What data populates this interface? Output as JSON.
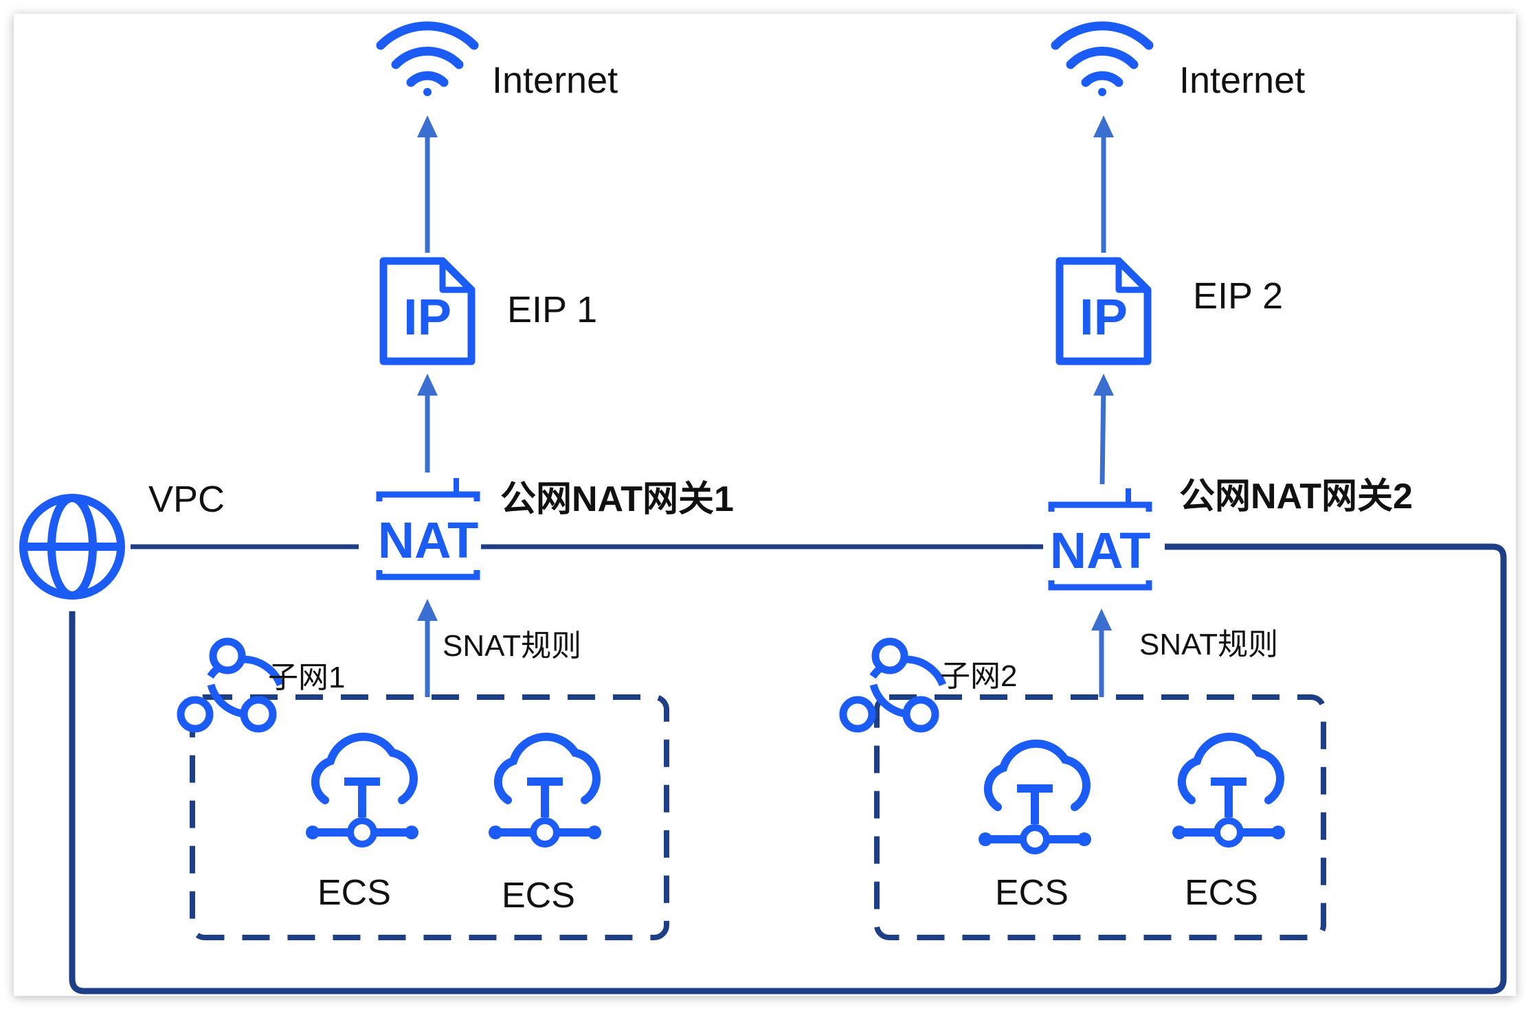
{
  "colors": {
    "icon_blue": "#1a5cf5",
    "line_dark": "#1d3f87",
    "arrow_blue": "#3b6fcf"
  },
  "diagram": {
    "internet_1": {
      "label": "Internet",
      "icon": "wifi-icon"
    },
    "internet_2": {
      "label": "Internet",
      "icon": "wifi-icon"
    },
    "eip_1": {
      "label": "EIP 1",
      "icon": "ip-document-icon",
      "icon_text": "IP"
    },
    "eip_2": {
      "label": "EIP 2",
      "icon": "ip-document-icon",
      "icon_text": "IP"
    },
    "gateway_1": {
      "label": "公网NAT网关1",
      "icon": "nat-gateway-icon",
      "icon_text": "NAT"
    },
    "gateway_2": {
      "label": "公网NAT网关2",
      "icon": "nat-gateway-icon",
      "icon_text": "NAT"
    },
    "vpc": {
      "label": "VPC",
      "icon": "globe-icon"
    },
    "snat_rule_1": {
      "label": "SNAT规则"
    },
    "snat_rule_2": {
      "label": "SNAT规则"
    },
    "subnet_1": {
      "label": "子网1",
      "icon": "subnet-icon"
    },
    "subnet_2": {
      "label": "子网2",
      "icon": "subnet-icon"
    },
    "ecs": [
      {
        "label": "ECS",
        "icon": "cloud-server-icon"
      },
      {
        "label": "ECS",
        "icon": "cloud-server-icon"
      },
      {
        "label": "ECS",
        "icon": "cloud-server-icon"
      },
      {
        "label": "ECS",
        "icon": "cloud-server-icon"
      }
    ]
  }
}
